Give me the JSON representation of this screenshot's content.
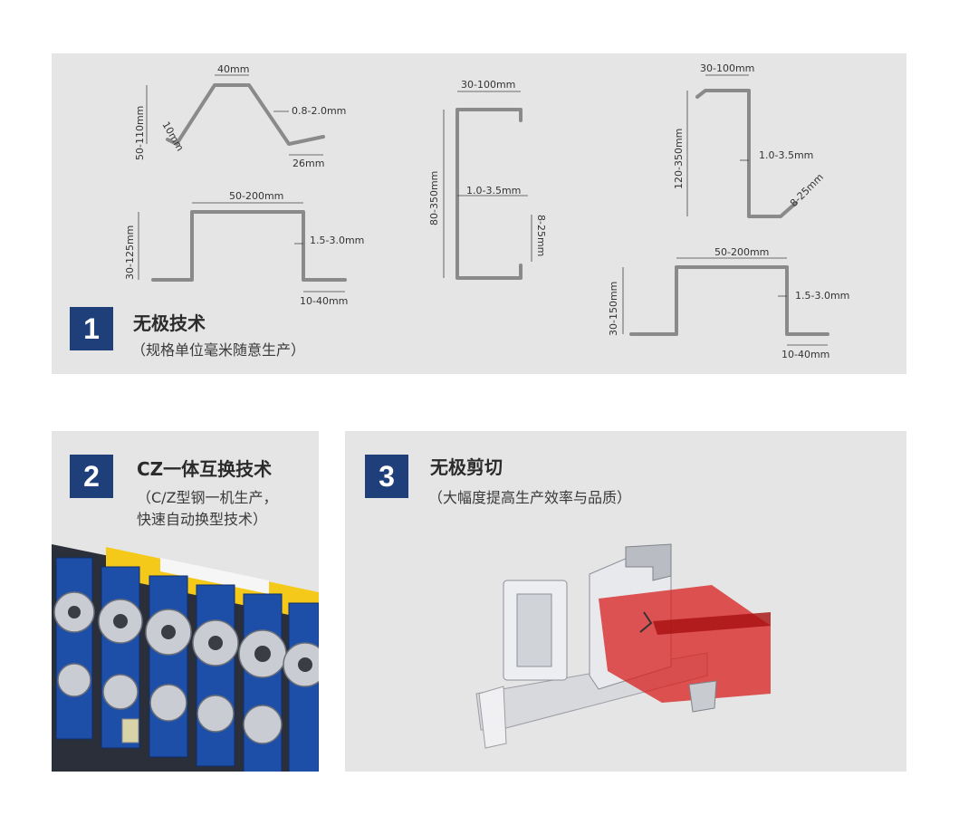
{
  "section1": {
    "number": "1",
    "title": "无极技术",
    "subtitle": "（规格单位毫米随意生产）",
    "dims": {
      "top_width": "40mm",
      "height": "50-110mm",
      "lip": "10mm",
      "thickness": "0.8-2.0mm",
      "flange": "26mm",
      "hat_width": "50-200mm",
      "hat_height": "30-125mm",
      "hat_thickness": "1.5-3.0mm",
      "hat_foot": "10-40mm",
      "c_width": "30-100mm",
      "c_height": "80-350mm",
      "c_thickness": "1.0-3.5mm",
      "c_lip": "8-25mm",
      "z_width": "30-100mm",
      "z_height": "120-350mm",
      "z_thickness": "1.0-3.5mm",
      "z_lip": "8-25mm",
      "hat2_width": "50-200mm",
      "hat2_height": "30-150mm",
      "hat2_thickness": "1.5-3.0mm",
      "hat2_foot": "10-40mm"
    }
  },
  "section2": {
    "number": "2",
    "title": "CZ一体互换技术",
    "subtitle_line1": "（C/Z型钢一机生产，",
    "subtitle_line2": "快速自动换型技术）"
  },
  "section3": {
    "number": "3",
    "title": "无极剪切",
    "subtitle": "（大幅度提高生产效率与品质）"
  },
  "colors": {
    "badge": "#1f3f7a",
    "panel": "#e5e5e5",
    "machine_blue": "#1e4fa8",
    "accent_red": "#d81e1e"
  }
}
